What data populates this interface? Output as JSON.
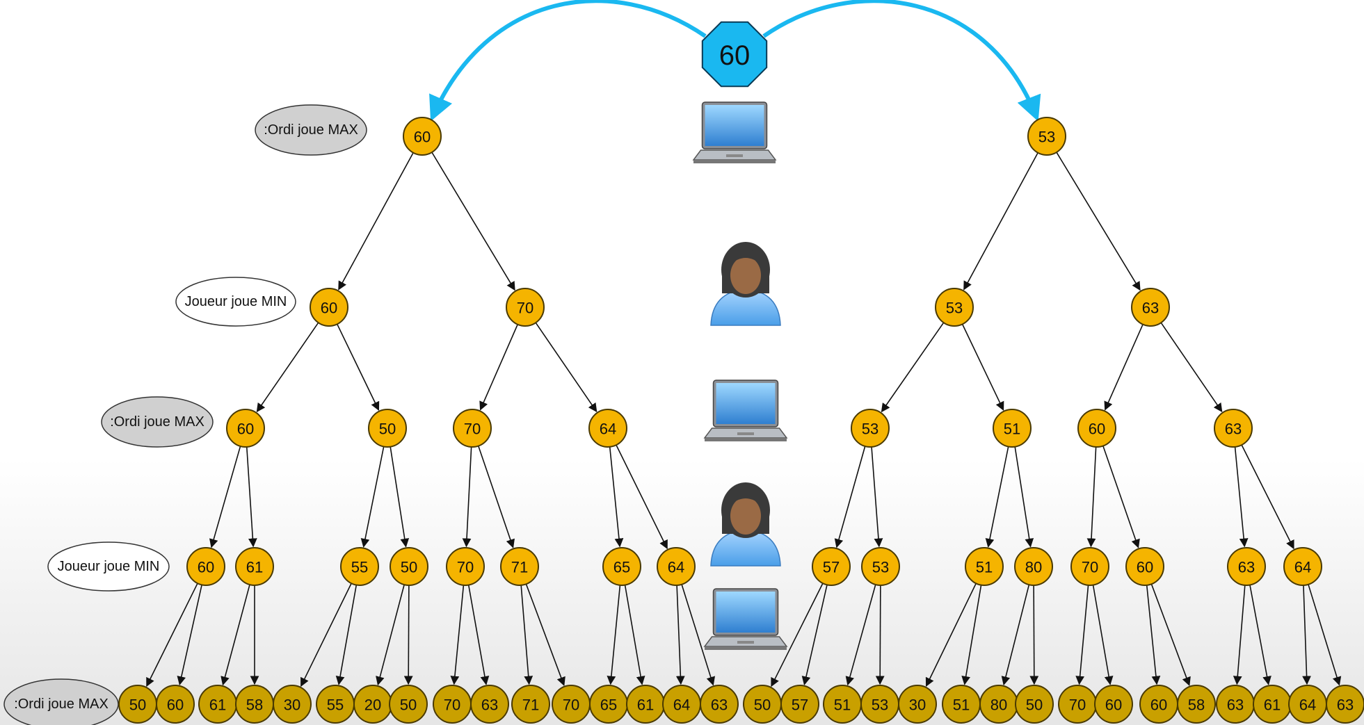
{
  "root": {
    "value": "60",
    "color": "#1ab8f0"
  },
  "level_labels": [
    {
      "text": ":Ordi joue MAX",
      "style": "max"
    },
    {
      "text": "Joueur joue MIN",
      "style": "min"
    },
    {
      "text": ":Ordi joue MAX",
      "style": "max"
    },
    {
      "text": "Joueur joue MIN",
      "style": "min"
    },
    {
      "text": ":Ordi joue MAX",
      "style": "max"
    }
  ],
  "level_icons": [
    "laptop-icon",
    "user-icon",
    "laptop-icon",
    "user-icon",
    "laptop-icon"
  ],
  "colors": {
    "node_fill": "#f5b400",
    "leaf_fill": "#c9a000",
    "arrow": "#1ab8f0",
    "max_label_fill": "#d0d0d0",
    "min_label_fill": "#ffffff"
  },
  "tree": {
    "level1": [
      "60",
      "53"
    ],
    "level2": [
      "60",
      "70",
      "53",
      "63"
    ],
    "level3": [
      "60",
      "50",
      "70",
      "64",
      "53",
      "51",
      "60",
      "63"
    ],
    "level4": [
      "60",
      "61",
      "55",
      "50",
      "70",
      "71",
      "65",
      "64",
      "57",
      "53",
      "51",
      "80",
      "70",
      "60",
      "63",
      "64"
    ],
    "leaves": [
      "50",
      "60",
      "61",
      "58",
      "30",
      "55",
      "20",
      "50",
      "70",
      "63",
      "71",
      "70",
      "65",
      "61",
      "64",
      "63",
      "50",
      "57",
      "51",
      "53",
      "30",
      "51",
      "80",
      "50",
      "70",
      "60",
      "60",
      "58",
      "63",
      "61",
      "64",
      "63"
    ]
  }
}
